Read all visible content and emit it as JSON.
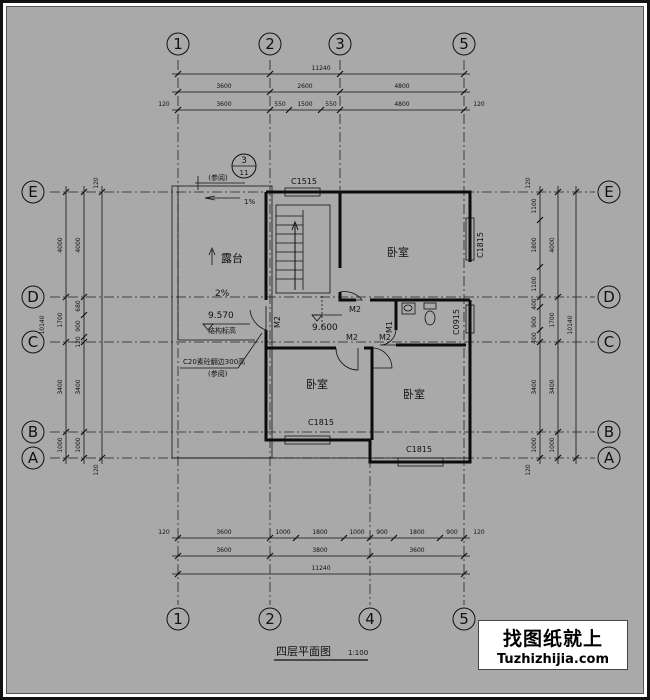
{
  "plan": {
    "title": "四层平面图",
    "scale": "1:100",
    "colors": {
      "background": "#a9a9a9",
      "line": "#111111",
      "frame": "#111111"
    },
    "axes": {
      "top": [
        "1",
        "2",
        "3",
        "5"
      ],
      "bottom": [
        "1",
        "2",
        "4",
        "5"
      ],
      "left": [
        "E",
        "D",
        "C",
        "B",
        "A"
      ],
      "right": [
        "E",
        "D",
        "C",
        "B",
        "A"
      ]
    },
    "dimensions": {
      "top_total": "11240",
      "top_row1": [
        "3600",
        "2600",
        "4800"
      ],
      "top_row2": [
        "3600",
        "550",
        "1500",
        "550",
        "4800"
      ],
      "top_side": [
        "120",
        "120"
      ],
      "bottom_row1": [
        "3600",
        "1000",
        "1800",
        "1000",
        "900",
        "1800",
        "900"
      ],
      "bottom_row2": [
        "3600",
        "3800",
        "3600"
      ],
      "bottom_total": "11240",
      "bottom_side": [
        "120",
        "120"
      ],
      "left_outer": [
        "4000",
        "1700",
        "3400",
        "1000"
      ],
      "left_inner": [
        "4000",
        "680",
        "900",
        "120",
        "3400",
        "1000"
      ],
      "left_total": "10140",
      "left_side": [
        "120",
        "120"
      ],
      "right_inner": [
        "1100",
        "1800",
        "1100",
        "400",
        "900",
        "400",
        "3400",
        "1000"
      ],
      "right_outer": [
        "4000",
        "1700",
        "3400",
        "1000"
      ],
      "right_total": "10140",
      "right_side": [
        "120",
        "120"
      ]
    },
    "rooms": {
      "terrace": "露台",
      "bedroom_ne": "卧室",
      "bedroom_sw": "卧室",
      "bedroom_se": "卧室"
    },
    "windows": {
      "north": "C1515",
      "east": "C1815",
      "bath": "C0915",
      "bed_sw": "C1815",
      "bed_se": "C1815"
    },
    "doors": [
      "M2",
      "M2",
      "M2",
      "M2",
      "M1"
    ],
    "levels": {
      "terrace": "9.570",
      "terrace_note": "结构标高",
      "hall": "9.600"
    },
    "slopes": {
      "terrace": "2%",
      "gutter": "1%"
    },
    "detail": {
      "number": "3",
      "sheet": "11",
      "note": "(参阅)"
    },
    "notes": {
      "parapet": "C20素砼翻边300高",
      "parapet_sub": "(参阅)"
    }
  },
  "watermark": {
    "cn": "找图纸就上",
    "en": "Tuzhizhijia.com"
  }
}
